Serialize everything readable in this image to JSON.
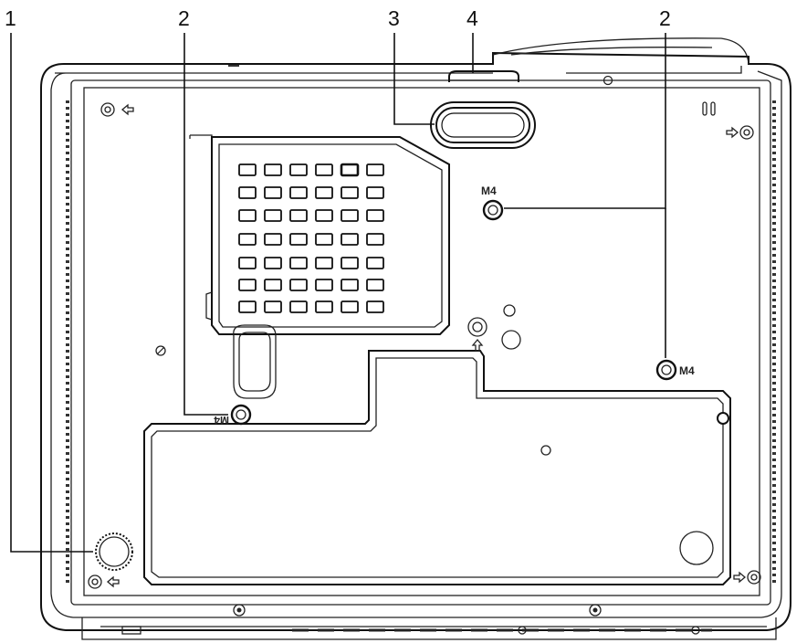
{
  "callouts": {
    "adjuster_foot": "1",
    "wall_mount_left": "2",
    "tilt_foot": "3",
    "quick_release_button": "4",
    "wall_mount_right": "2"
  },
  "screw_labels": {
    "m4_top": "M4",
    "m4_right": "M4",
    "m4_left": "M4"
  }
}
